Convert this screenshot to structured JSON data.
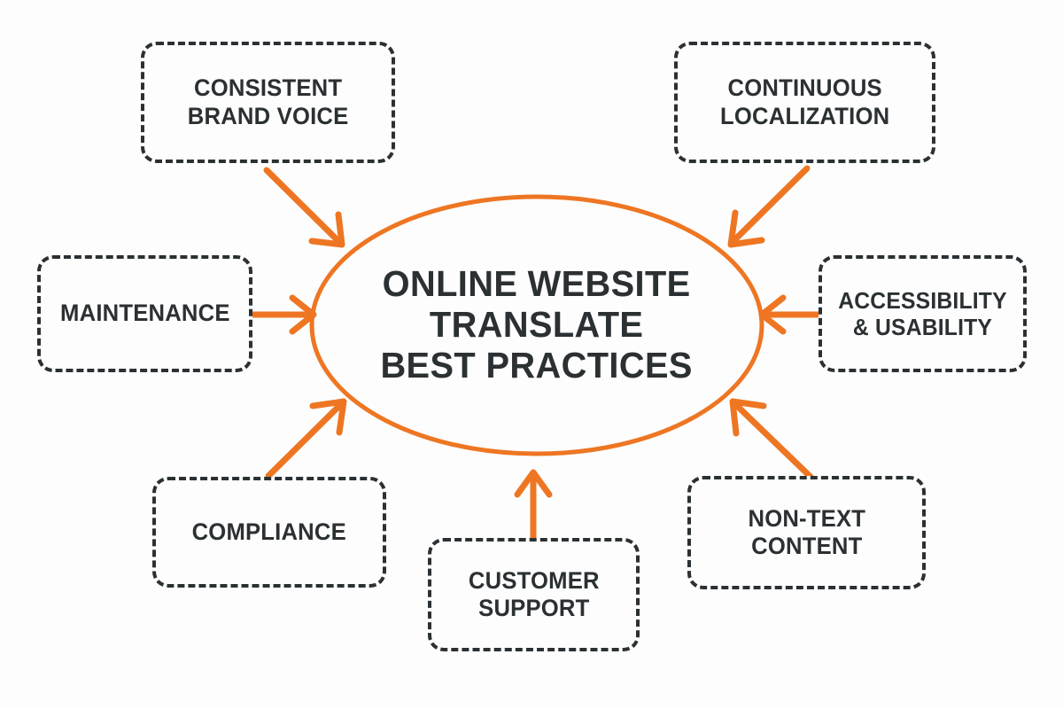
{
  "diagram": {
    "type": "hub-and-spoke",
    "title": "Online Website Translate Best Practices",
    "background_color": "#fdfdfd",
    "accent_color": "#ee7623",
    "text_color": "#2b3033"
  },
  "center": {
    "label": "ONLINE WEBSITE\nTRANSLATE\nBEST PRACTICES",
    "shape": "ellipse",
    "border_color": "#ee7623"
  },
  "nodes": [
    {
      "id": "consistent-brand-voice",
      "label": "CONSISTENT\nBRAND VOICE",
      "position": "top-left"
    },
    {
      "id": "continuous-localization",
      "label": "CONTINUOUS\nLOCALIZATION",
      "position": "top-right"
    },
    {
      "id": "maintenance",
      "label": "MAINTENANCE",
      "position": "left"
    },
    {
      "id": "accessibility-usability",
      "label": "ACCESSIBILITY\n& USABILITY",
      "position": "right"
    },
    {
      "id": "compliance",
      "label": "COMPLIANCE",
      "position": "bottom-left"
    },
    {
      "id": "customer-support",
      "label": "CUSTOMER\nSUPPORT",
      "position": "bottom-center"
    },
    {
      "id": "non-text-content",
      "label": "NON-TEXT\nCONTENT",
      "position": "bottom-right"
    }
  ],
  "arrows": [
    {
      "from": "consistent-brand-voice",
      "to": "center",
      "direction": "down-right"
    },
    {
      "from": "continuous-localization",
      "to": "center",
      "direction": "down-left"
    },
    {
      "from": "maintenance",
      "to": "center",
      "direction": "right"
    },
    {
      "from": "accessibility-usability",
      "to": "center",
      "direction": "left"
    },
    {
      "from": "compliance",
      "to": "center",
      "direction": "up-right"
    },
    {
      "from": "customer-support",
      "to": "center",
      "direction": "up"
    },
    {
      "from": "non-text-content",
      "to": "center",
      "direction": "up-left"
    }
  ]
}
